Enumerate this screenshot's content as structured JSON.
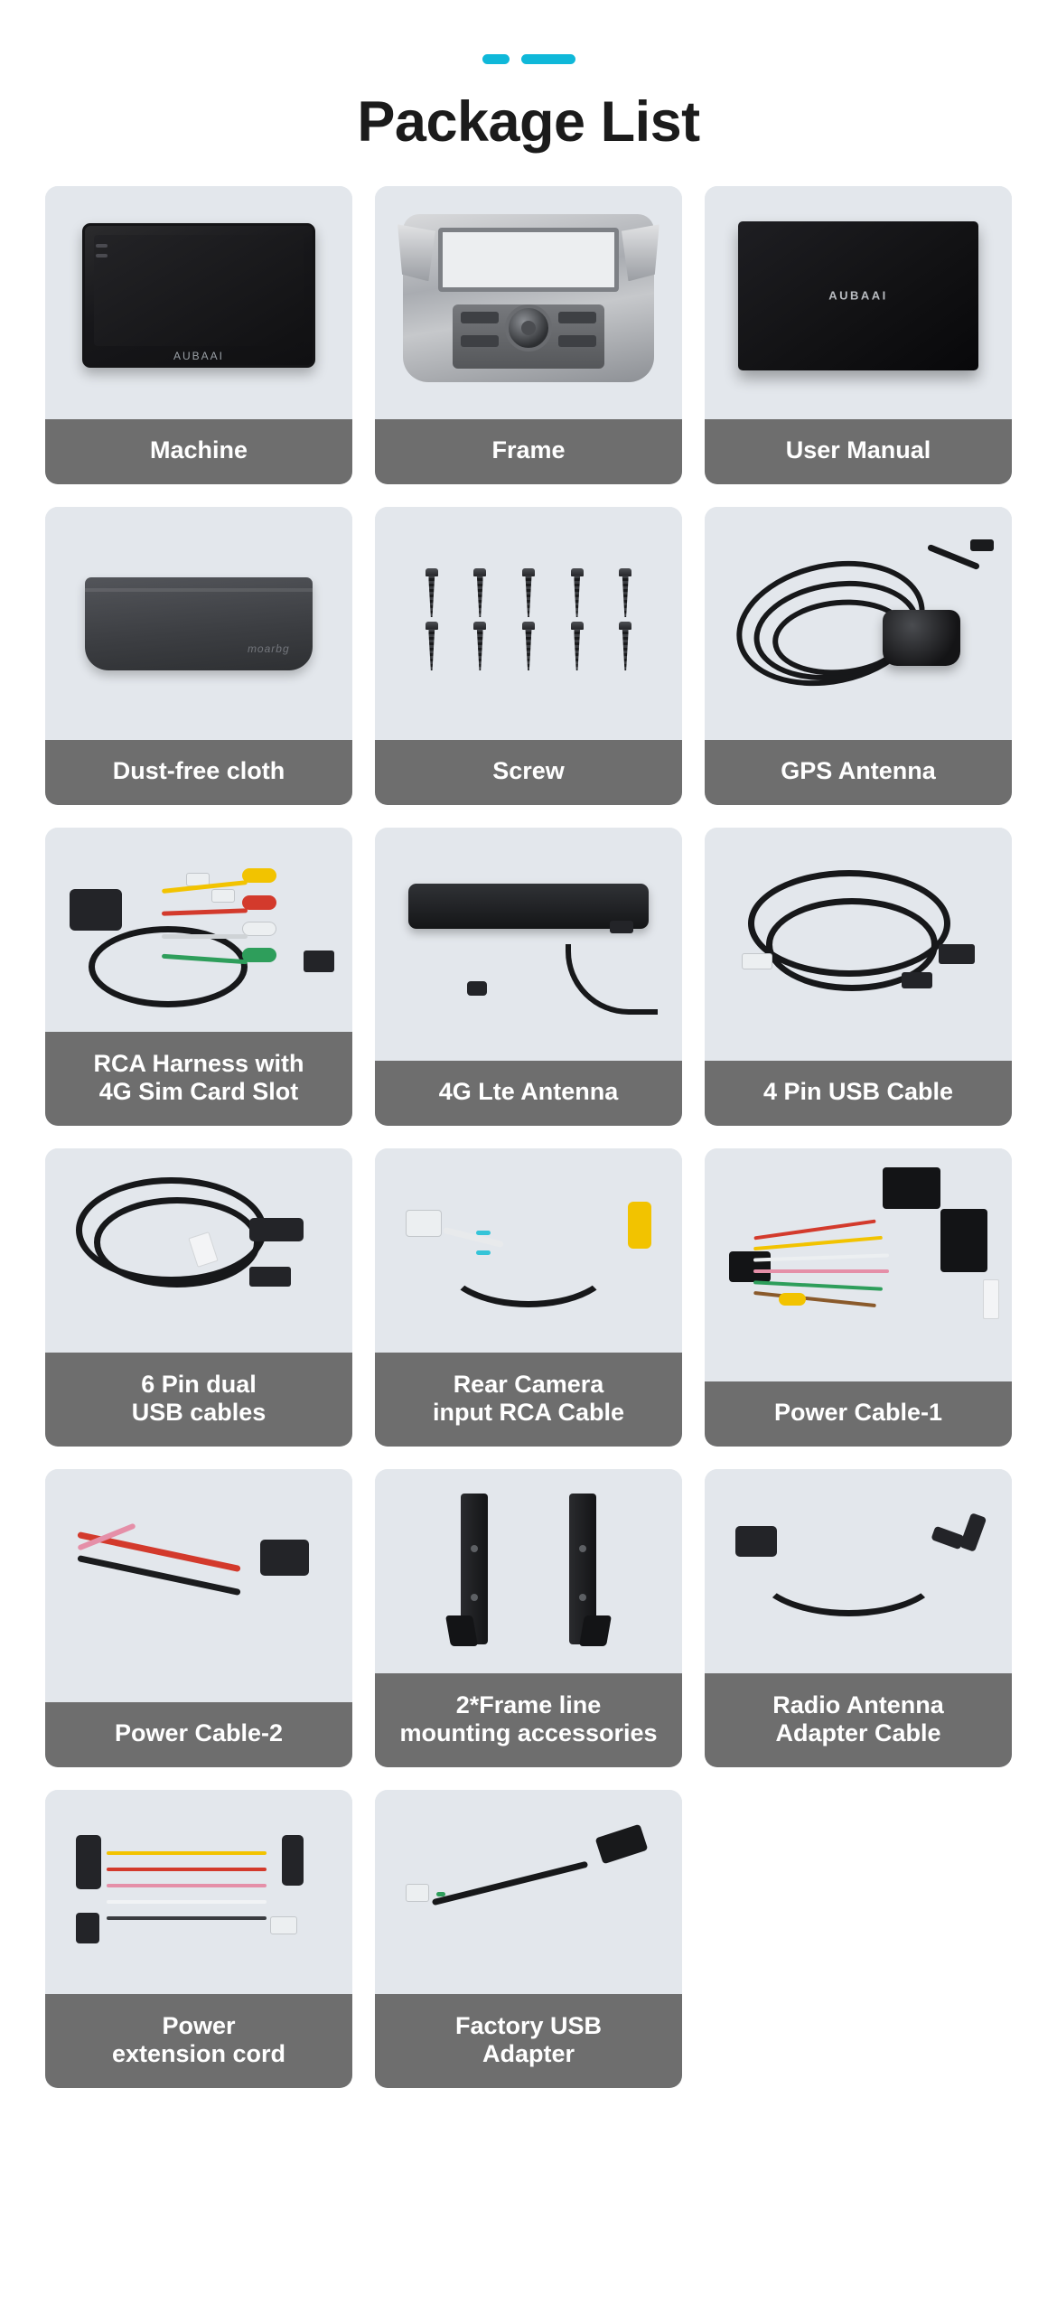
{
  "header": {
    "decoration": {
      "short_dash": "dash-short",
      "long_dash": "dash-long",
      "color": "#0FB8D9"
    },
    "title": "Package List"
  },
  "theme": {
    "page_background": "#FFFFFF",
    "card_media_background": "#E3E7EC",
    "caption_background": "#6E6E6E",
    "caption_text_color": "#FFFFFF",
    "title_color": "#1B1B1B",
    "accent": "#0FB8D9"
  },
  "grid": {
    "columns": 3,
    "total_items": 17,
    "items": [
      {
        "index": 1,
        "label": "Machine",
        "art": "machine",
        "brand_text": "AUBAAI",
        "lines": 1
      },
      {
        "index": 2,
        "label": "Frame",
        "art": "frame",
        "lines": 1
      },
      {
        "index": 3,
        "label": "User Manual",
        "art": "manual",
        "brand_text": "AUBAAI",
        "lines": 1
      },
      {
        "index": 4,
        "label": "Dust-free cloth",
        "art": "cloth",
        "brand_text": "moarbg",
        "lines": 1
      },
      {
        "index": 5,
        "label": "Screw",
        "art": "screws",
        "count": 10,
        "lines": 1
      },
      {
        "index": 6,
        "label": "GPS Antenna",
        "art": "gps-antenna",
        "lines": 1
      },
      {
        "index": 7,
        "label": "RCA Harness with\n4G Sim Card Slot",
        "art": "rca-harness",
        "lines": 2
      },
      {
        "index": 8,
        "label": "4G Lte Antenna",
        "art": "lte-antenna",
        "lines": 1
      },
      {
        "index": 9,
        "label": "4 Pin USB Cable",
        "art": "usb-4pin",
        "lines": 1
      },
      {
        "index": 10,
        "label": "6 Pin dual\nUSB cables",
        "art": "usb-6pin",
        "lines": 2
      },
      {
        "index": 11,
        "label": "Rear Camera\ninput RCA Cable",
        "art": "rear-camera-rca",
        "lines": 2
      },
      {
        "index": 12,
        "label": "Power Cable-1",
        "art": "power-cable-1",
        "lines": 1
      },
      {
        "index": 13,
        "label": "Power Cable-2",
        "art": "power-cable-2",
        "lines": 1
      },
      {
        "index": 14,
        "label": "2*Frame line\nmounting accessories",
        "art": "brackets",
        "lines": 2
      },
      {
        "index": 15,
        "label": "Radio Antenna\nAdapter Cable",
        "art": "radio-adapter",
        "lines": 2
      },
      {
        "index": 16,
        "label": "Power\nextension cord",
        "art": "power-extension",
        "lines": 2
      },
      {
        "index": 17,
        "label": "Factory USB\nAdapter",
        "art": "factory-usb",
        "lines": 2
      }
    ]
  }
}
